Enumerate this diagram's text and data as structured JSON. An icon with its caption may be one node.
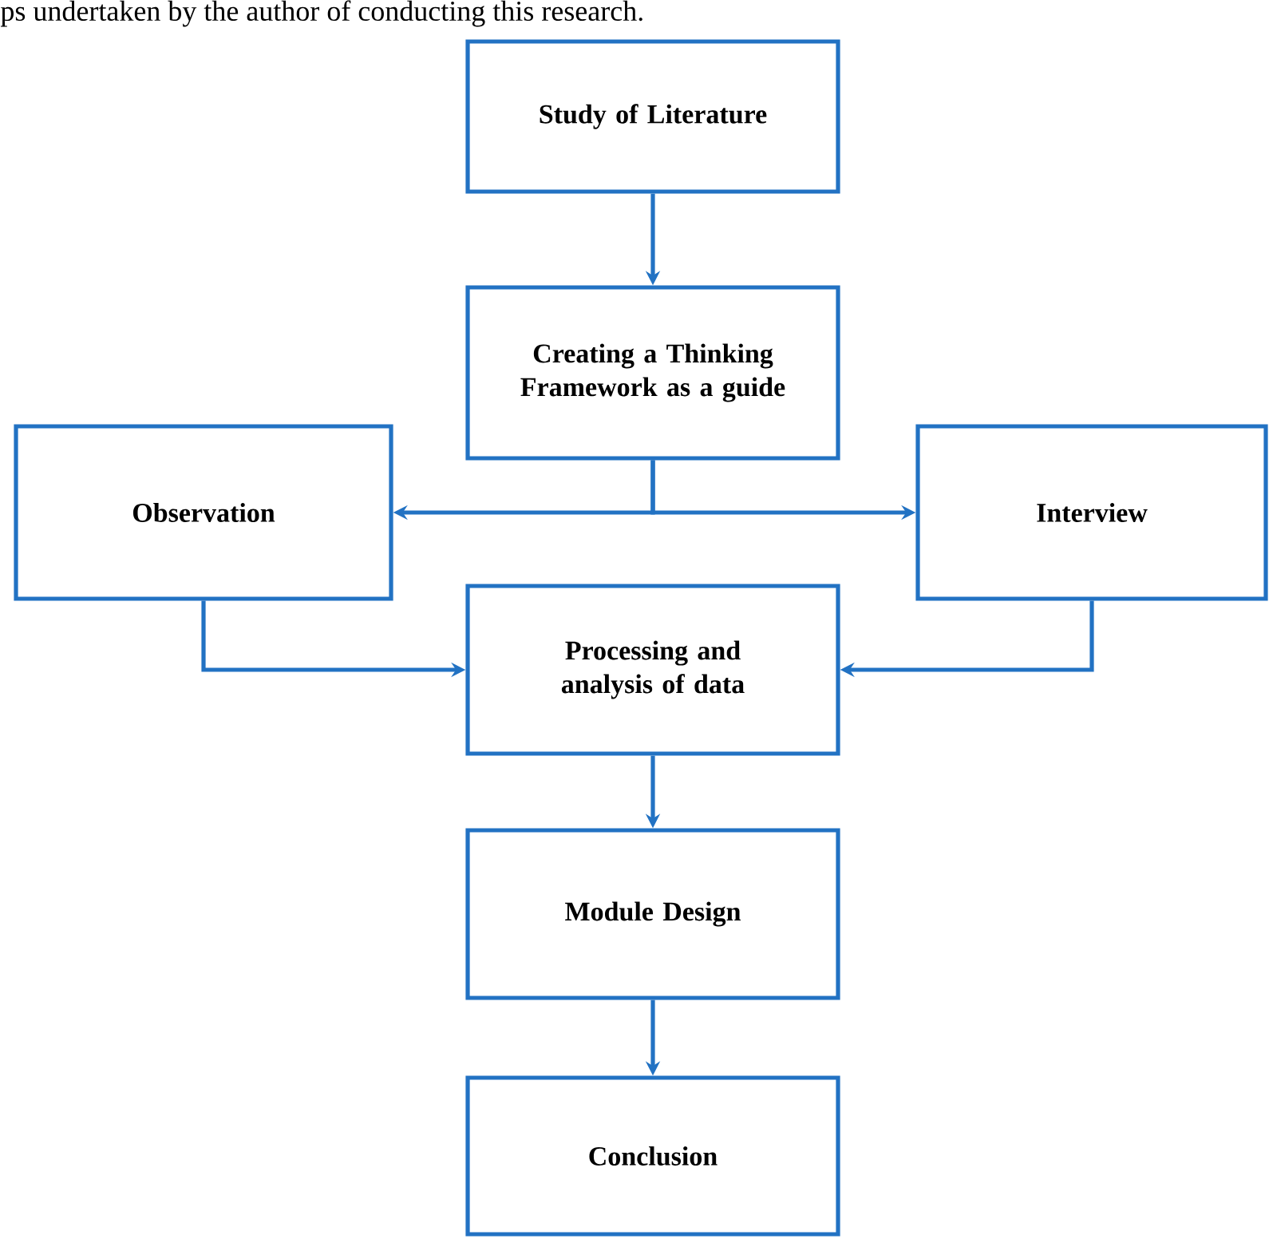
{
  "diagram": {
    "nodes": [
      {
        "text": [
          "Study of Literature"
        ]
      },
      {
        "text": [
          "Creating a Thinking Framework as a guide"
        ]
      },
      {
        "text": [
          "Observation"
        ]
      },
      {
        "text": [
          "Interview"
        ]
      },
      {
        "text": [
          "Processing and analysis of data"
        ]
      },
      {
        "text": [
          "Module Design"
        ]
      },
      {
        "text": [
          "Conclusion"
        ]
      }
    ],
    "edges": [
      {
        "from": 0,
        "to": 1,
        "arrow": "to"
      },
      {
        "from": 1,
        "to": 2,
        "arrow": "to"
      },
      {
        "from": 1,
        "to": 3,
        "arrow": "to"
      },
      {
        "from": 2,
        "to": 4,
        "arrow": "to"
      },
      {
        "from": 3,
        "to": 4,
        "arrow": "to"
      },
      {
        "from": 4,
        "to": 5,
        "arrow": "to"
      },
      {
        "from": 5,
        "to": 6,
        "arrow": "to"
      }
    ],
    "labels": [
      "ps undertaken by the author of conducting this research."
    ]
  }
}
